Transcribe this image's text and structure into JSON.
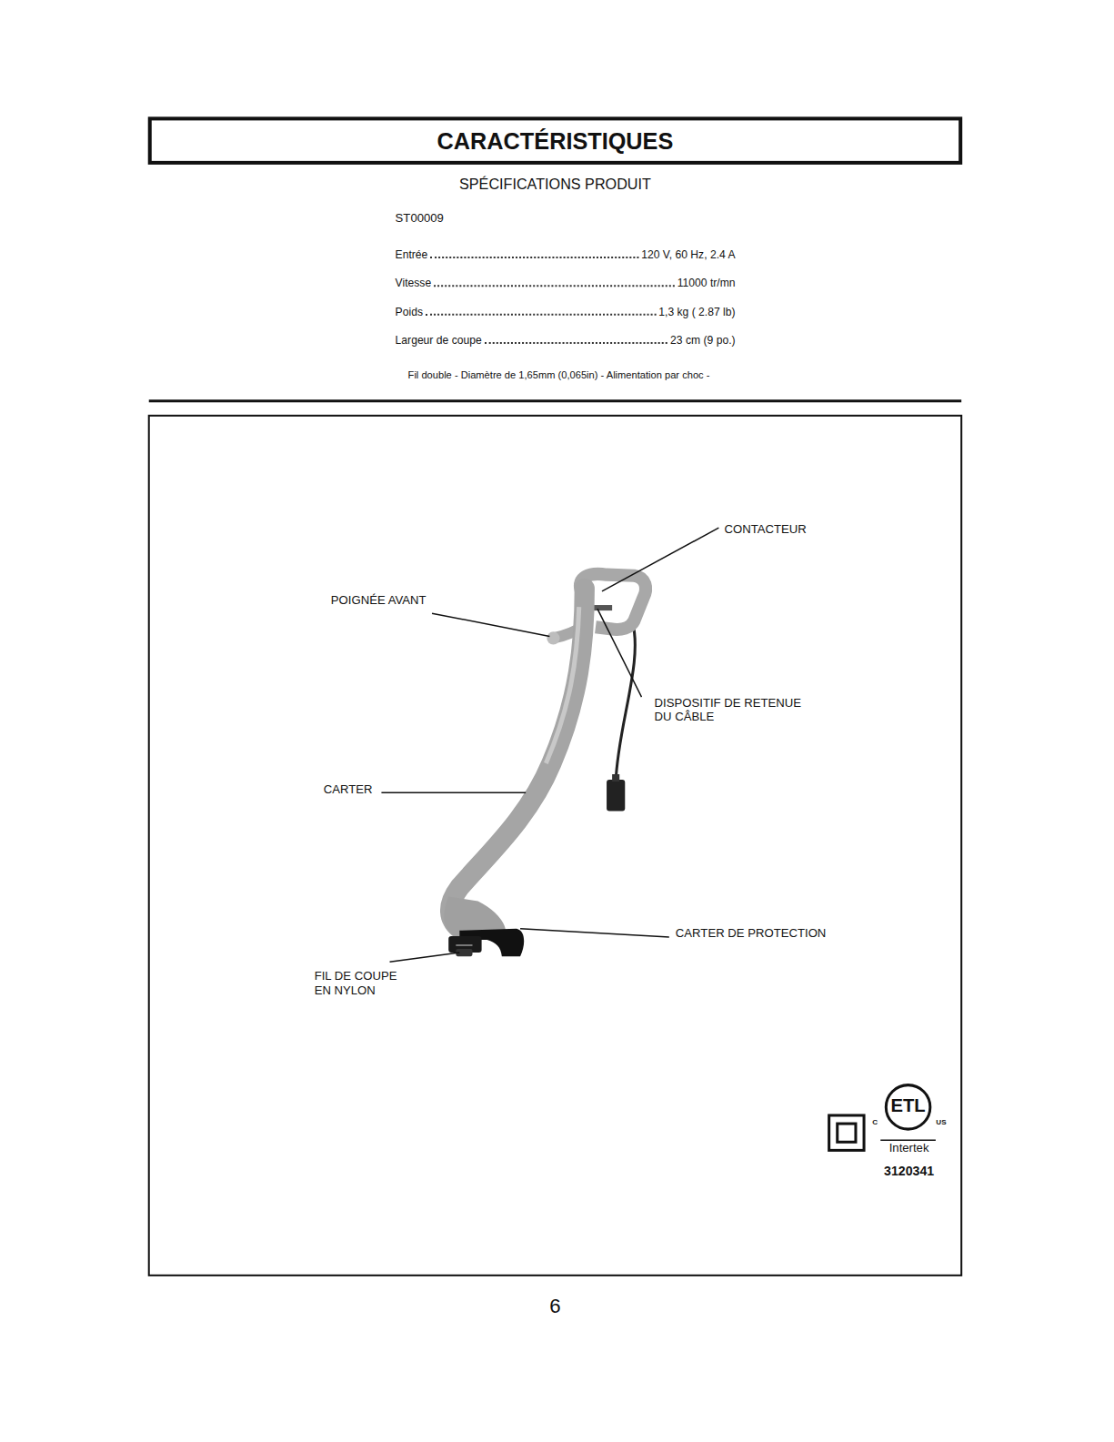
{
  "diagram": {
    "title": "CARACTÉRISTIQUES",
    "labels": [
      "SPÉCIFICATIONS PRODUIT",
      "ST00009",
      "Entrée",
      "120 V, 60 Hz, 2.4 A",
      "Vitesse",
      "11000 tr/mn",
      "Poids",
      "1,3 kg ( 2.87 lb)",
      "Largeur de coupe",
      "23 cm (9 po.)",
      "Fil double - Diamètre de 1,65mm (0,065in) - Alimentation par choc -",
      "CONTACTEUR",
      "POIGNÉE AVANT",
      "DISPOSITIF DE RETENUE DU CÂBLE",
      "CARTER",
      "CARTER DE PROTECTION",
      "FIL DE COUPE EN NYLON",
      "ETL",
      "C",
      "US",
      "Intertek",
      "3120341",
      "6"
    ]
  }
}
